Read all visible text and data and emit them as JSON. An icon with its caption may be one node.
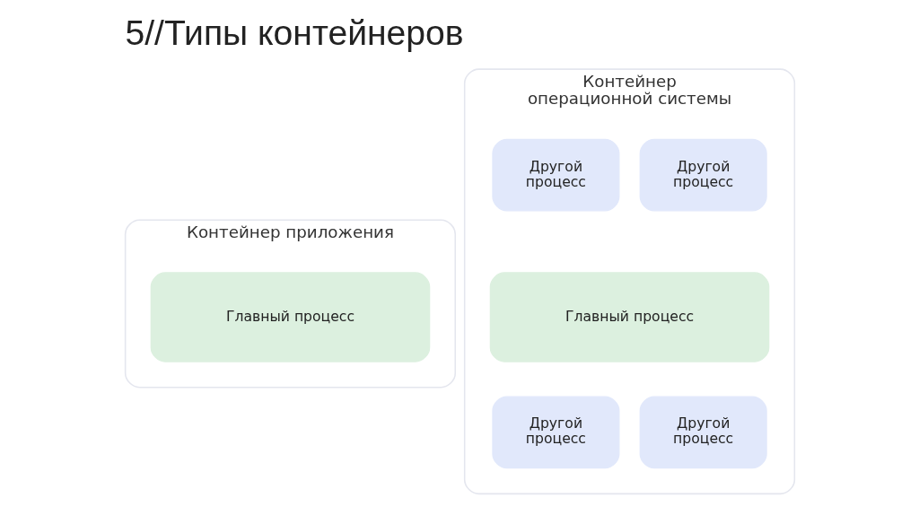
{
  "diagram": {
    "title": "5//Типы контейнеров",
    "nodes": [
      {
        "text": [
          "Контейнер приложения"
        ]
      },
      {
        "text": [
          "Главный процесс"
        ],
        "in": 0
      },
      {
        "text": [
          "Контейнер операционной системы"
        ]
      },
      {
        "text": [
          "Другой процесс"
        ],
        "in": 2
      },
      {
        "text": [
          "Другой процесс"
        ],
        "in": 2
      },
      {
        "text": [
          "Главный процесс"
        ],
        "in": 2
      },
      {
        "text": [
          "Другой процесс"
        ],
        "in": 2
      },
      {
        "text": [
          "Другой процесс"
        ],
        "in": 2
      }
    ]
  }
}
